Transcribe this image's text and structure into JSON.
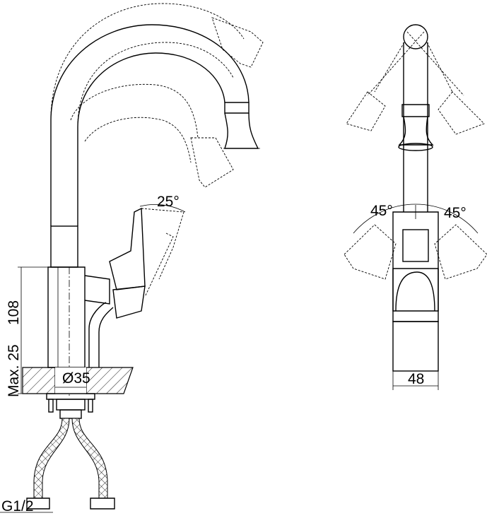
{
  "drawing": {
    "side_view": {
      "lever_angle": "25°",
      "height_dim": "108",
      "deck_thickness_dim": "Max. 25",
      "hole_diameter_dim": "Ø35",
      "connection_dim": "G1/2"
    },
    "front_view": {
      "left_angle": "45°",
      "right_angle": "45°",
      "body_width_dim": "48"
    }
  }
}
